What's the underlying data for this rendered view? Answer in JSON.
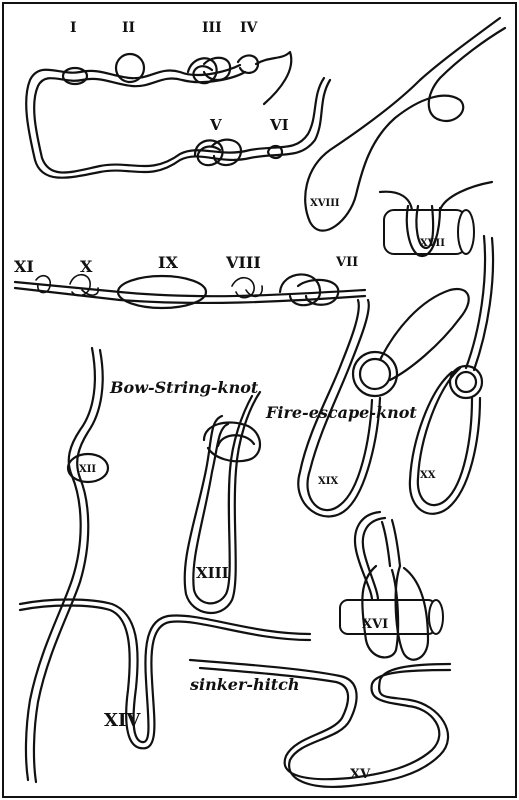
{
  "labels": {
    "I": "I",
    "II": "II",
    "III": "III",
    "IV": "IV",
    "V": "V",
    "VI": "VI",
    "VII": "VII",
    "VIII": "VIII",
    "IX": "IX",
    "X": "X",
    "XI": "XI",
    "XII": "XII",
    "XIII": "XIII",
    "XIV": "XIV",
    "XV": "XV",
    "XVI": "XVI",
    "XVII": "XVII",
    "XVIII": "XVIII",
    "XIX": "XIX",
    "XX": "XX"
  },
  "captions": {
    "bow_string": "Bow-String-knot",
    "fire_escape": "Fire-escape-knot",
    "sinker_hitch": "sinker-hitch"
  }
}
